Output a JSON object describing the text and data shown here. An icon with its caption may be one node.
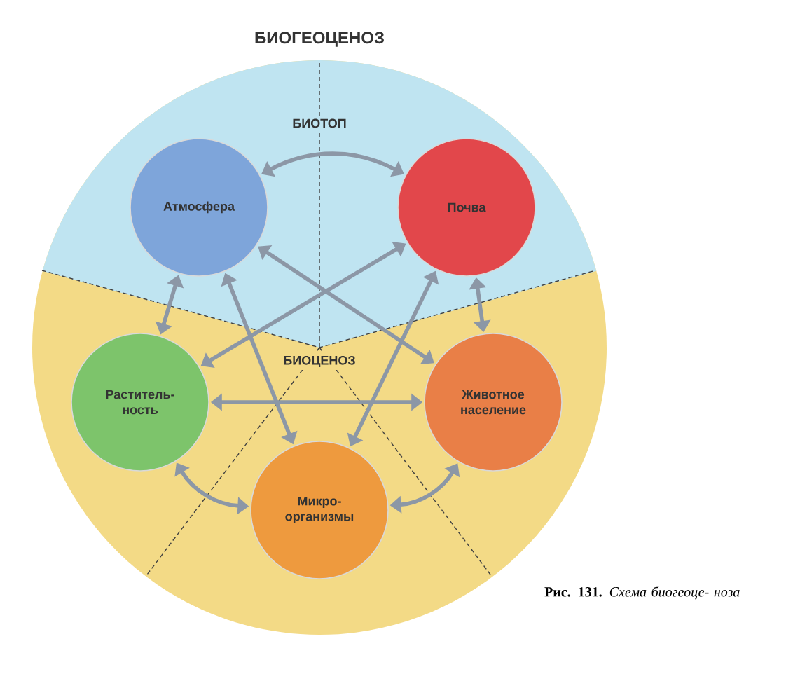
{
  "diagram": {
    "title": "БИОГЕОЦЕНОЗ",
    "caption": "**Рис. 131.** *Схема биогеоце- ноза*",
    "nodes": [
      {
        "text": [
          "Атмосфера"
        ]
      },
      {
        "text": [
          "Почва"
        ]
      },
      {
        "text": [
          "Раститель- ность"
        ]
      },
      {
        "text": [
          "Животное население"
        ]
      },
      {
        "text": [
          "Микро- организмы"
        ]
      }
    ],
    "edges": [
      {
        "from": 0,
        "to": 1,
        "arrow": "both"
      },
      {
        "from": 0,
        "to": 2,
        "arrow": "both"
      },
      {
        "from": 1,
        "to": 3,
        "arrow": "both"
      },
      {
        "from": 0,
        "to": 3,
        "arrow": "both"
      },
      {
        "from": 1,
        "to": 2,
        "arrow": "both"
      },
      {
        "from": 0,
        "to": 4,
        "arrow": "both"
      },
      {
        "from": 1,
        "to": 4,
        "arrow": "both"
      },
      {
        "from": 2,
        "to": 3,
        "arrow": "both"
      },
      {
        "from": 2,
        "to": 4,
        "arrow": "both"
      },
      {
        "from": 3,
        "to": 4,
        "arrow": "both"
      }
    ],
    "labels": [
      "БИОТОП",
      "БИОЦЕНОЗ"
    ]
  }
}
